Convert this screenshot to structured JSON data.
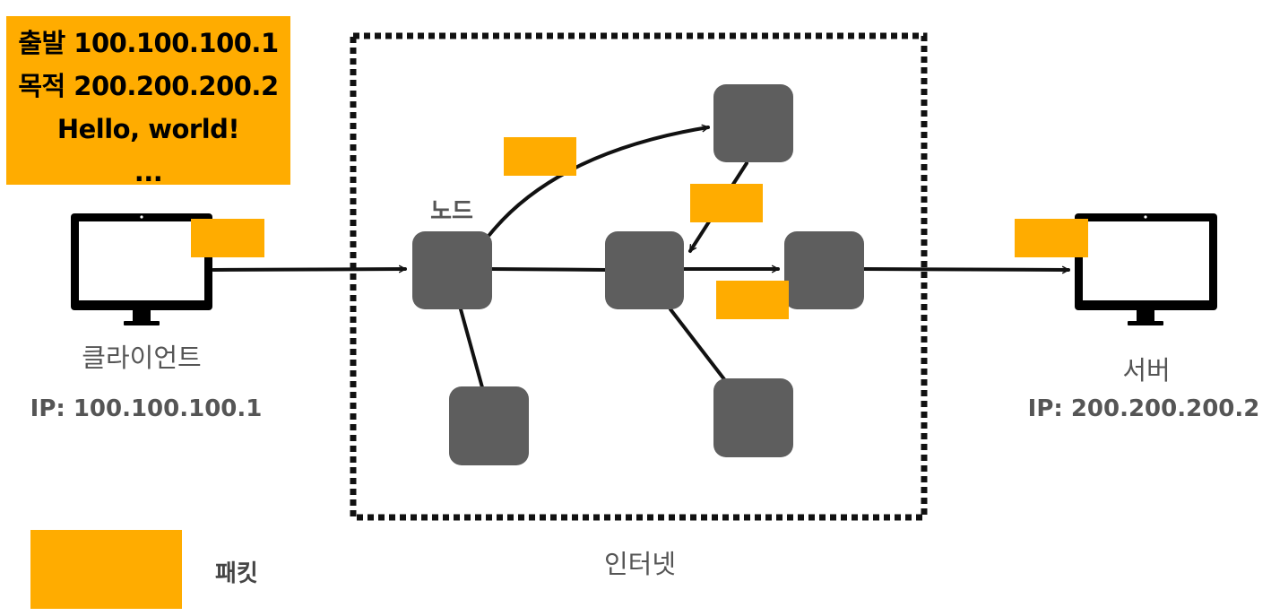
{
  "packet_info": {
    "line1": "출발 100.100.100.1",
    "line2": "목적 200.200.200.2",
    "line3": "Hello, world!",
    "line4": "..."
  },
  "client": {
    "label": "클라이언트",
    "ip": "IP: 100.100.100.1"
  },
  "server": {
    "label": "서버",
    "ip": "IP: 200.200.200.2"
  },
  "internet": {
    "label": "인터넷"
  },
  "node": {
    "label": "노드"
  },
  "legend": {
    "label": "패킷"
  },
  "colors": {
    "packet": "#FFAC00",
    "node": "#5E5E5E",
    "monitor": "#000000",
    "arrow": "#111111",
    "label_gray": "#555555"
  }
}
